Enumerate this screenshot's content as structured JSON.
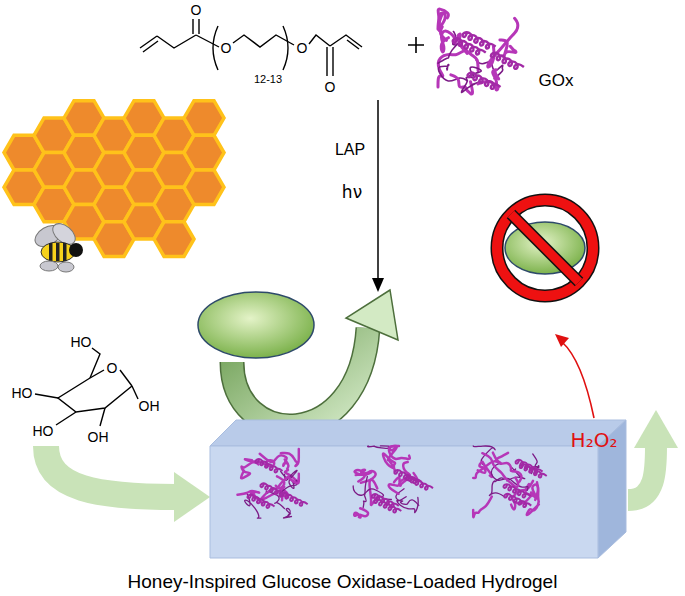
{
  "diagram": {
    "caption": "Honey-Inspired Glucose Oxidase-Loaded Hydrogel",
    "labels": [
      "O",
      "O",
      "O",
      "O",
      "12-13",
      "GOx",
      "LAP",
      "hν",
      "HO",
      "O",
      "HO",
      "HO",
      "OH",
      "OH",
      "H₂O₂"
    ]
  }
}
